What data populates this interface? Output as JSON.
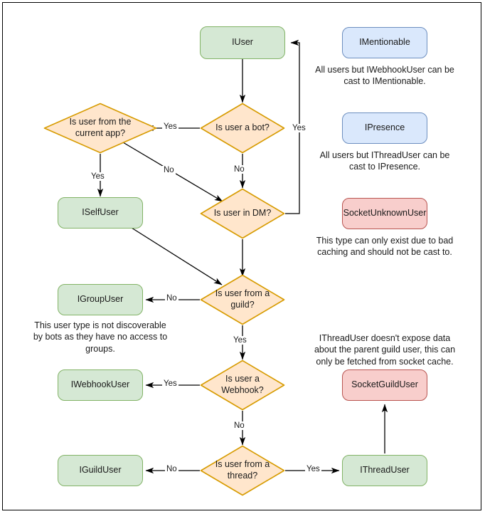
{
  "diagram": {
    "title": "Discord.Net user type casting decision flowchart",
    "colors": {
      "green_fill": "#d5e8d4",
      "green_stroke": "#82b366",
      "orange_fill": "#ffe6cc",
      "orange_stroke": "#d79b00",
      "blue_fill": "#dae8fc",
      "blue_stroke": "#6c8ebf",
      "red_fill": "#f8cecc",
      "red_stroke": "#b85450",
      "edge_stroke": "#000000",
      "text": "#1a1a1a",
      "background": "#ffffff"
    },
    "nodes": [
      {
        "id": "iuser",
        "label": "IUser",
        "shape": "rect",
        "style": "green"
      },
      {
        "id": "is-user-a-bot",
        "label": "Is user a bot?",
        "shape": "diamond",
        "style": "orange"
      },
      {
        "id": "is-user-current-app",
        "label": "Is user from the current app?",
        "shape": "diamond",
        "style": "orange"
      },
      {
        "id": "iselfuser",
        "label": "ISelfUser",
        "shape": "rect",
        "style": "green"
      },
      {
        "id": "is-user-in-dm",
        "label": "Is user in DM?",
        "shape": "diamond",
        "style": "orange"
      },
      {
        "id": "is-user-from-guild",
        "label": "Is user from a guild?",
        "shape": "diamond",
        "style": "orange"
      },
      {
        "id": "igroupuser",
        "label": "IGroupUser",
        "shape": "rect",
        "style": "green"
      },
      {
        "id": "is-user-a-webhook",
        "label": "Is user a Webhook?",
        "shape": "diamond",
        "style": "orange"
      },
      {
        "id": "iwebhookuser",
        "label": "IWebhookUser",
        "shape": "rect",
        "style": "green"
      },
      {
        "id": "is-user-from-thread",
        "label": "Is user from a thread?",
        "shape": "diamond",
        "style": "orange"
      },
      {
        "id": "iguilduser",
        "label": "IGuildUser",
        "shape": "rect",
        "style": "green"
      },
      {
        "id": "ithreaduser",
        "label": "IThreadUser",
        "shape": "rect",
        "style": "green"
      },
      {
        "id": "imentionable",
        "label": "IMentionable",
        "shape": "rect",
        "style": "blue"
      },
      {
        "id": "ipresence",
        "label": "IPresence",
        "shape": "rect",
        "style": "blue"
      },
      {
        "id": "socketunknownuser",
        "label": "SocketUnknownUser",
        "shape": "rect",
        "style": "red"
      },
      {
        "id": "socketguilduser",
        "label": "SocketGuildUser",
        "shape": "rect",
        "style": "red"
      }
    ],
    "notes": [
      {
        "id": "note-imentionable",
        "text": "All users but IWebhookUser can be cast to IMentionable."
      },
      {
        "id": "note-ipresence",
        "text": "All users but IThreadUser can be cast to IPresence."
      },
      {
        "id": "note-socketunknownuser",
        "text": "This type can only exist due to bad caching and should not be cast to."
      },
      {
        "id": "note-igroupuser",
        "text": "This user type is not discoverable by bots as they have no access to groups."
      },
      {
        "id": "note-socketguilduser",
        "text": "IThreadUser doesn't expose data about the parent guild user, this can only be fetched from socket cache."
      }
    ],
    "edges": [
      {
        "id": "edge-iuser-to-bot",
        "from": "iuser",
        "to": "is-user-a-bot",
        "label": ""
      },
      {
        "id": "edge-bot-yes-currentapp",
        "from": "is-user-a-bot",
        "to": "is-user-current-app",
        "label": "Yes"
      },
      {
        "id": "edge-bot-no-dm",
        "from": "is-user-a-bot",
        "to": "is-user-in-dm",
        "label": "No"
      },
      {
        "id": "edge-currentapp-yes-iselfuser",
        "from": "is-user-current-app",
        "to": "iselfuser",
        "label": "Yes"
      },
      {
        "id": "edge-currentapp-no-dm",
        "from": "is-user-current-app",
        "to": "is-user-in-dm",
        "label": "No"
      },
      {
        "id": "edge-dm-yes-iuser",
        "from": "is-user-in-dm",
        "to": "iuser",
        "label": "Yes"
      },
      {
        "id": "edge-dm-to-guild",
        "from": "is-user-in-dm",
        "to": "is-user-from-guild",
        "label": ""
      },
      {
        "id": "edge-iselfuser-to-guild",
        "from": "iselfuser",
        "to": "is-user-from-guild",
        "label": ""
      },
      {
        "id": "edge-guild-no-igroupuser",
        "from": "is-user-from-guild",
        "to": "igroupuser",
        "label": "No"
      },
      {
        "id": "edge-guild-yes-webhook",
        "from": "is-user-from-guild",
        "to": "is-user-a-webhook",
        "label": "Yes"
      },
      {
        "id": "edge-webhook-yes-iwebhookuser",
        "from": "is-user-a-webhook",
        "to": "iwebhookuser",
        "label": "Yes"
      },
      {
        "id": "edge-webhook-no-thread",
        "from": "is-user-a-webhook",
        "to": "is-user-from-thread",
        "label": "No"
      },
      {
        "id": "edge-thread-no-iguilduser",
        "from": "is-user-from-thread",
        "to": "iguilduser",
        "label": "No"
      },
      {
        "id": "edge-thread-yes-ithreaduser",
        "from": "is-user-from-thread",
        "to": "ithreaduser",
        "label": "Yes"
      },
      {
        "id": "edge-ithreaduser-socketguilduser",
        "from": "ithreaduser",
        "to": "socketguilduser",
        "label": ""
      }
    ],
    "edge_labels": {
      "bot_yes": "Yes",
      "bot_no": "No",
      "currentapp_yes": "Yes",
      "currentapp_no": "No",
      "dm_yes": "Yes",
      "guild_no": "No",
      "guild_yes": "Yes",
      "webhook_yes": "Yes",
      "webhook_no": "No",
      "thread_no": "No",
      "thread_yes": "Yes"
    }
  }
}
